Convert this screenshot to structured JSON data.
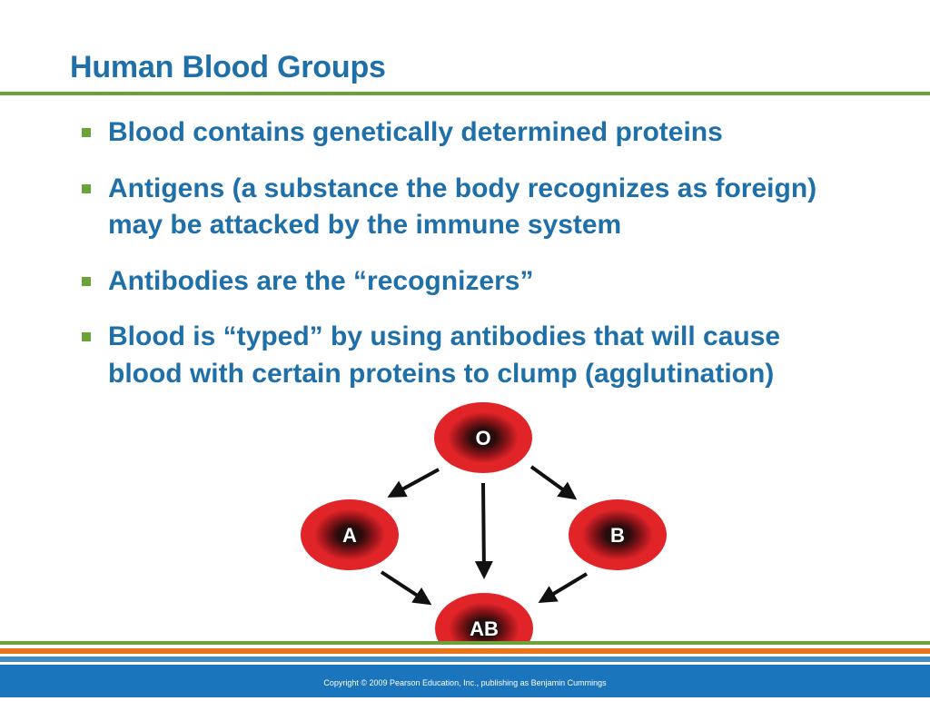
{
  "slide": {
    "title": "Human Blood Groups",
    "bullets": [
      "Blood contains genetically determined proteins",
      "Antigens (a substance the body recognizes as foreign) may be attacked by the immune system",
      "Antibodies are the “recognizers”",
      "Blood is “typed” by using antibodies that will cause blood with certain proteins to clump (agglutination)"
    ],
    "diagram": {
      "nodes": [
        "O",
        "A",
        "B",
        "AB"
      ]
    },
    "footer": "Copyright © 2009 Pearson Education, Inc., publishing as Benjamin Cummings"
  },
  "colors": {
    "title": "#1f6fa8",
    "accent_green": "#6aa33a",
    "accent_orange": "#e8761d",
    "footer_blue": "#1b75bc",
    "cell_red": "#e02428",
    "cell_core": "#1a1a1a"
  }
}
